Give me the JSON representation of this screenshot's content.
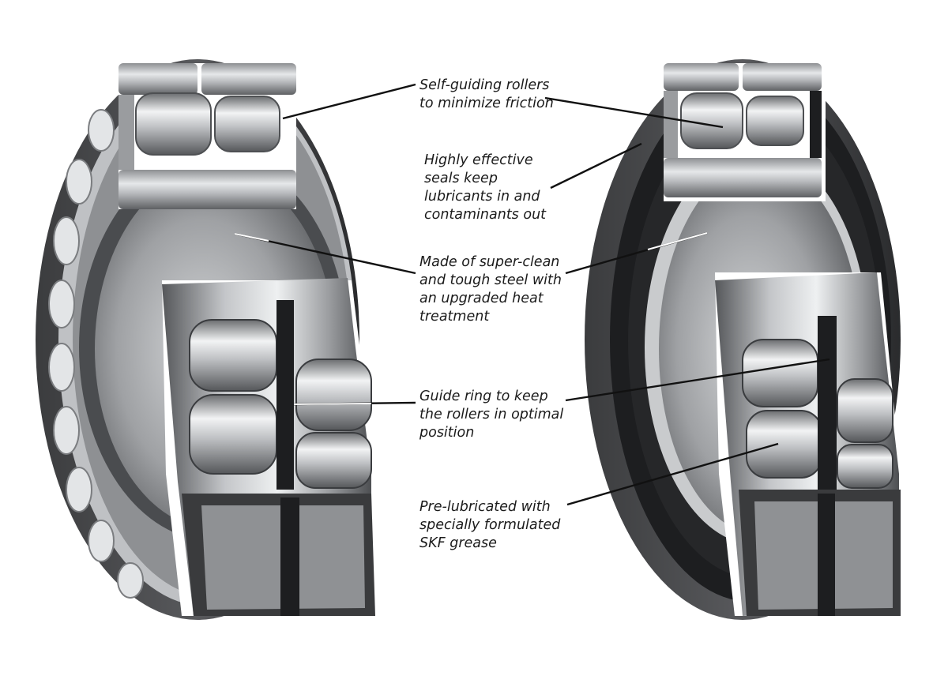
{
  "colors": {
    "ring_dark": "#2e2f31",
    "ring_mid": "#6f7173",
    "ring_light": "#c9cbcd",
    "steel_highlight": "#eef0f1",
    "seal_black": "#1d1e20",
    "label_text": "#1b1b1b",
    "leader_line": "#111111"
  },
  "bearings": [
    {
      "name": "open-bearing",
      "sealed": false
    },
    {
      "name": "sealed-bearing",
      "sealed": true
    }
  ],
  "callouts": [
    {
      "id": "self-guiding",
      "lines": [
        "Self-guiding rollers",
        "to minimize friction"
      ]
    },
    {
      "id": "seals",
      "lines": [
        "Highly effective",
        "seals keep",
        "lubricants in and",
        "contaminants out"
      ]
    },
    {
      "id": "steel",
      "lines": [
        "Made of super-clean",
        "and tough steel with",
        "an upgraded heat",
        "treatment"
      ]
    },
    {
      "id": "guide-ring",
      "lines": [
        "Guide ring to keep",
        "the rollers in optimal",
        "position"
      ]
    },
    {
      "id": "grease",
      "lines": [
        "Pre-lubricated with",
        "specially formulated",
        "SKF grease"
      ]
    }
  ]
}
